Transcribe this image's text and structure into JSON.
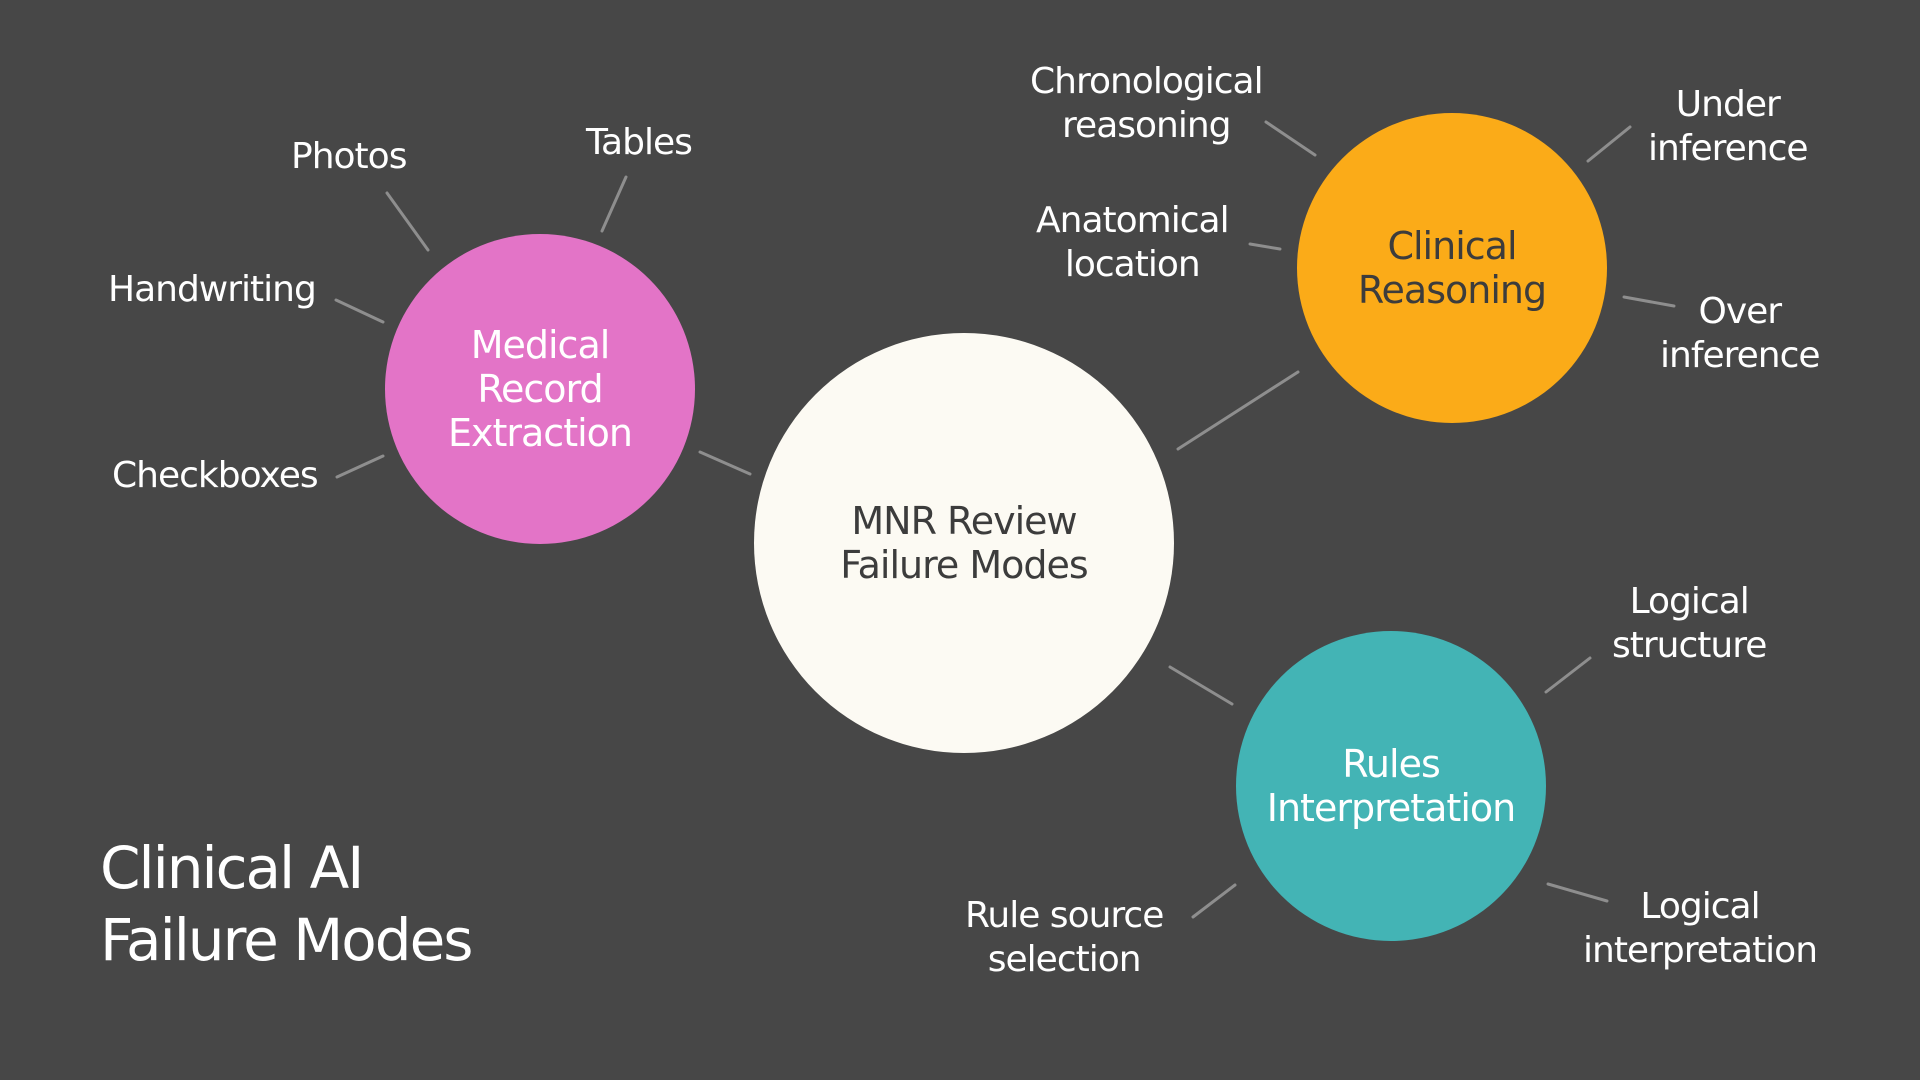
{
  "title": "Clinical AI\nFailure Modes",
  "colors": {
    "background": "#474747",
    "center": "#fcfaf3",
    "medical": "#e374c7",
    "clinical": "#fbab18",
    "rules": "#43b4b5",
    "connector": "#8e8e8e"
  },
  "center_node": {
    "label": "MNR Review\nFailure Modes"
  },
  "medical_record_extraction": {
    "label": "Medical\nRecord\nExtraction",
    "children": [
      "Photos",
      "Tables",
      "Handwriting",
      "Checkboxes"
    ]
  },
  "clinical_reasoning": {
    "label": "Clinical\nReasoning",
    "children": [
      "Chronological\nreasoning",
      "Anatomical\nlocation",
      "Under\ninference",
      "Over\ninference"
    ]
  },
  "rules_interpretation": {
    "label": "Rules\nInterpretation",
    "children": [
      "Logical\nstructure",
      "Rule source\nselection",
      "Logical\ninterpretation"
    ]
  }
}
